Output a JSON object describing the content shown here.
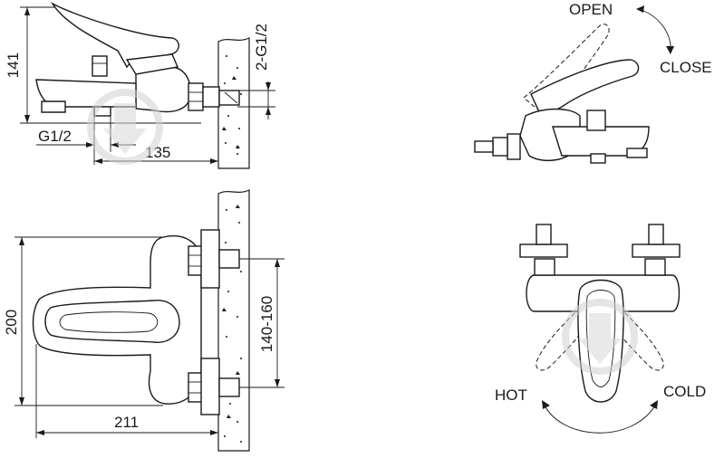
{
  "labels": {
    "dim_height_top": "141",
    "dim_connection_top": "2-G1/2",
    "dim_outlet": "G1/2",
    "dim_depth": "135",
    "dim_height_front": "200",
    "dim_centers": "140-160",
    "dim_width": "211",
    "open": "OPEN",
    "close": "CLOSE",
    "hot": "HOT",
    "cold": "COLD"
  }
}
